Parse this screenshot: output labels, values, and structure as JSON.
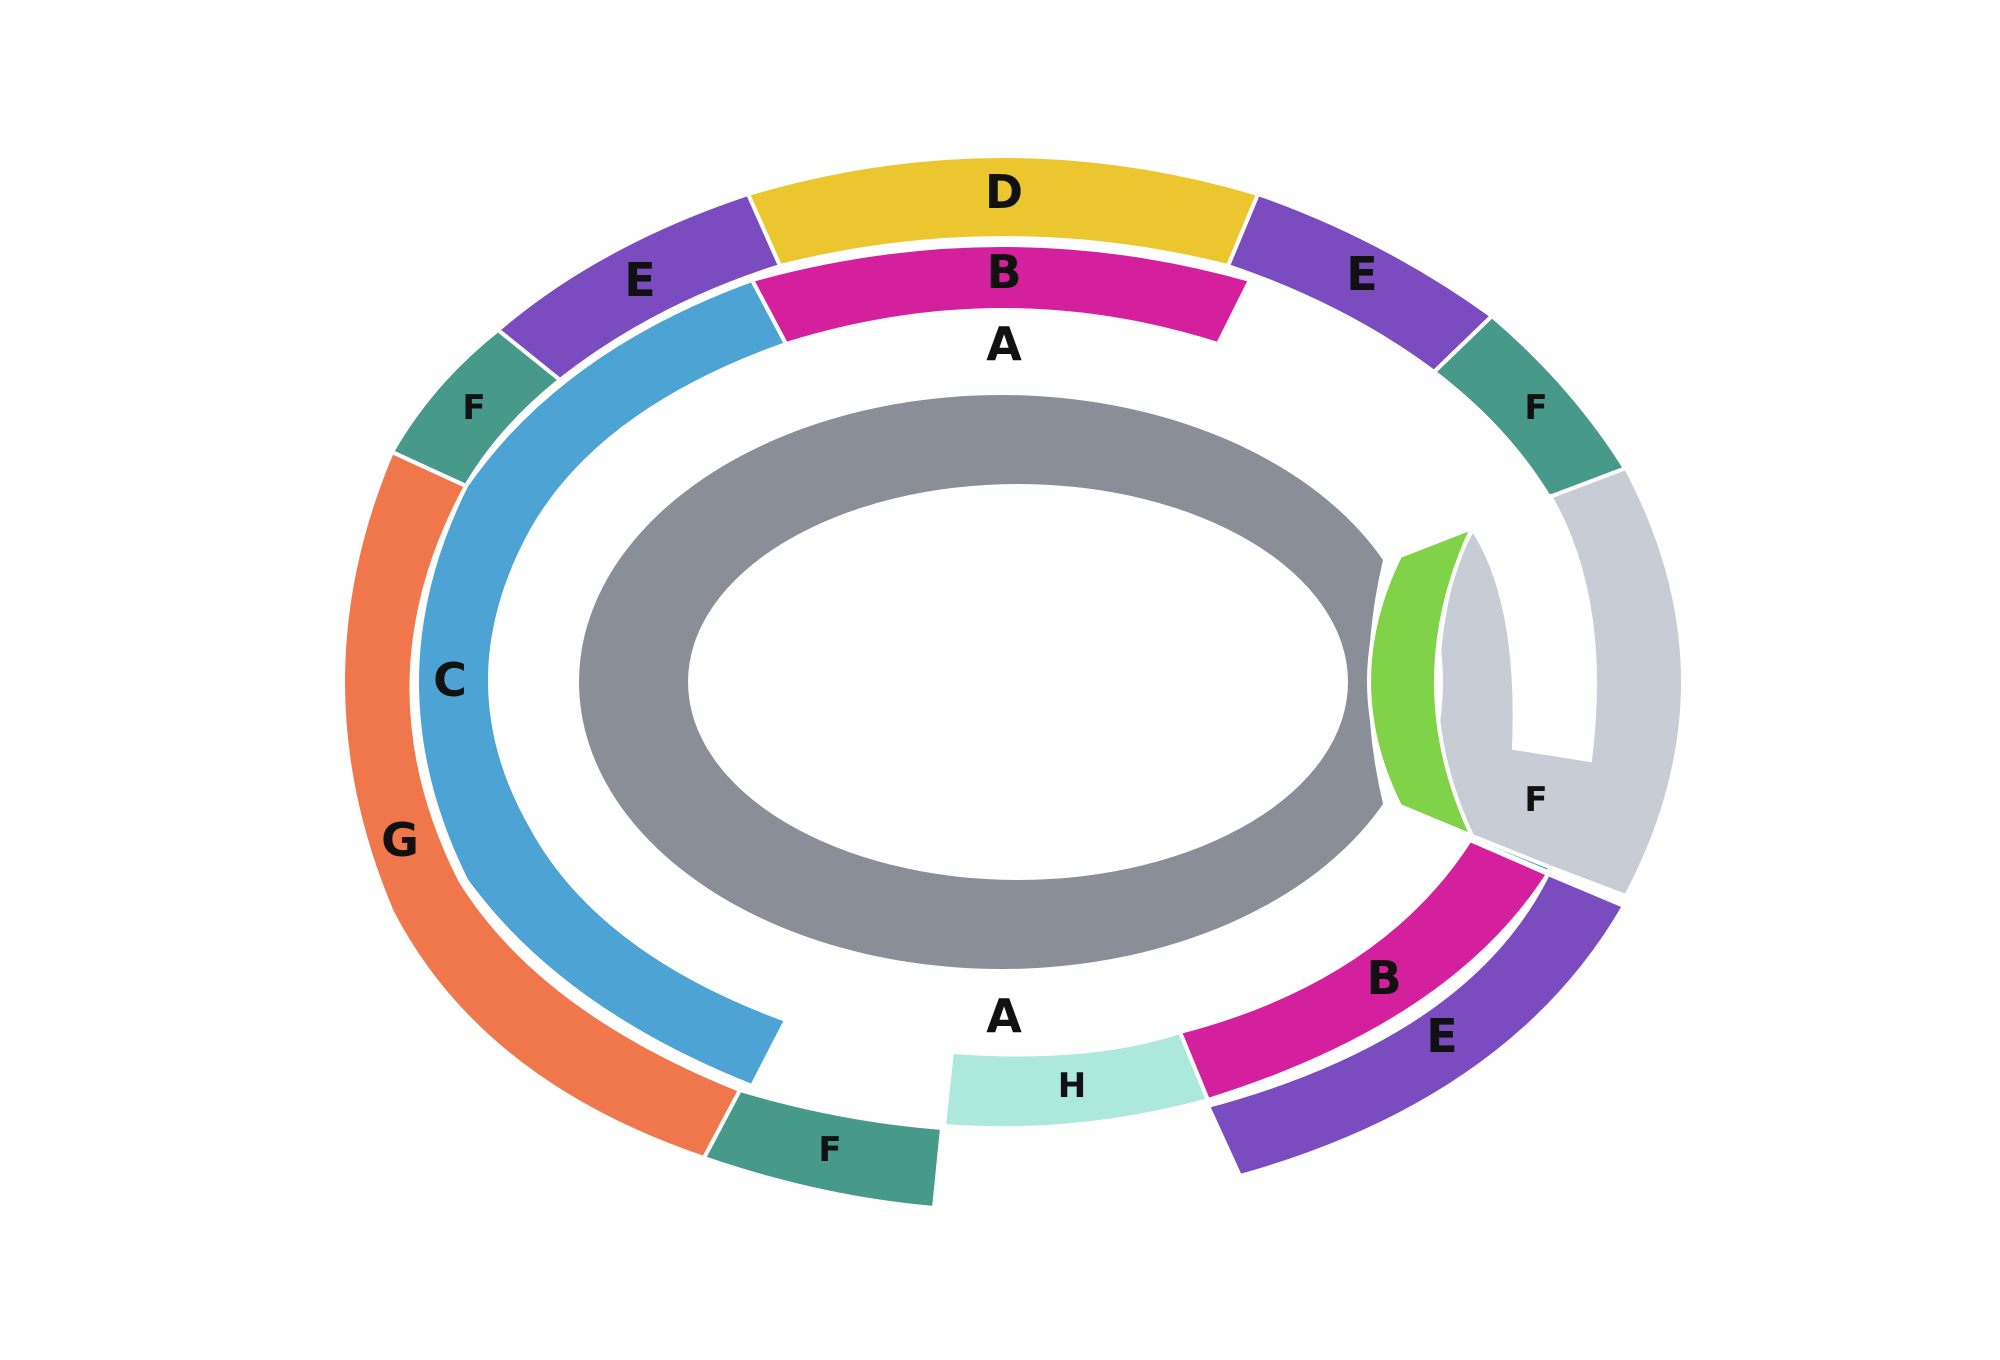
{
  "map": {
    "sections": [
      {
        "label": "D",
        "fill": "#ebc62e"
      },
      {
        "label": "B",
        "fill": "#d4209c"
      },
      {
        "label": "E",
        "fill": "#7a4cbf"
      },
      {
        "label": "E",
        "fill": "#7a4cbf"
      },
      {
        "label": "F",
        "fill": "#47998a"
      },
      {
        "label": "F",
        "fill": "#47998a"
      },
      {
        "label": "C",
        "fill": "#4ca3d4"
      },
      {
        "label": "G",
        "fill": "#f0774b"
      },
      {
        "label": "F",
        "fill": "#47998a"
      },
      {
        "label": "H",
        "fill": "#ace8dc"
      },
      {
        "label": "B",
        "fill": "#d4209c"
      },
      {
        "label": "E",
        "fill": "#7a4cbf"
      },
      {
        "label": "F",
        "fill": "#47998a"
      },
      {
        "label": "",
        "fill": "#c8ccd5"
      },
      {
        "label": "",
        "fill": "#80d348"
      }
    ],
    "aisle_labels": [
      "A",
      "A"
    ],
    "field_color": "#8a8e96"
  }
}
